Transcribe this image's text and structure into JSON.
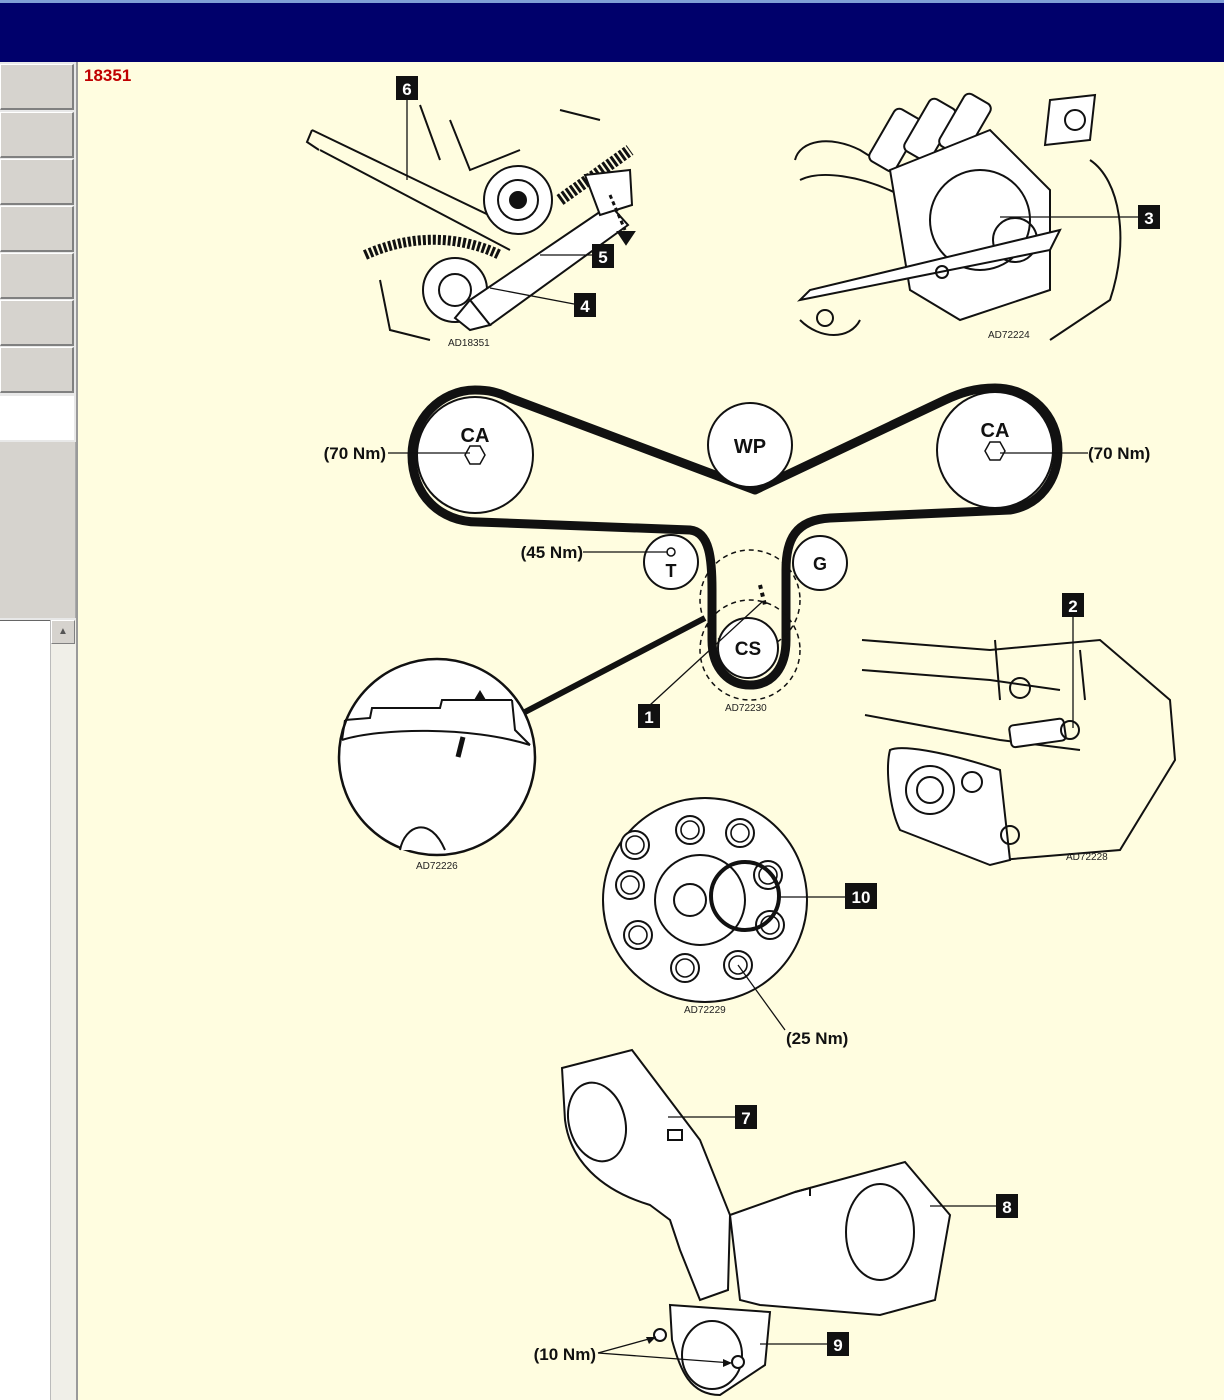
{
  "document": {
    "id": "18351"
  },
  "figures": {
    "fig_top_left": {
      "code": "AD18351",
      "callouts": [
        "6",
        "5",
        "4"
      ]
    },
    "fig_top_right": {
      "code": "AD72224",
      "callouts": [
        "3"
      ]
    },
    "fig_belt": {
      "code": "AD72230",
      "pulleys": {
        "camshaft_left": "CA",
        "camshaft_right": "CA",
        "water_pump": "WP",
        "tensioner": "T",
        "guide": "G",
        "crankshaft": "CS"
      },
      "torques": {
        "camshaft_left": "(70 Nm)",
        "camshaft_right": "(70 Nm)",
        "tensioner": "(45 Nm)"
      },
      "callouts": [
        "1"
      ]
    },
    "fig_detail": {
      "code": "AD72226"
    },
    "fig_right": {
      "code": "AD72228",
      "callouts": [
        "2"
      ]
    },
    "fig_pulley": {
      "code": "AD72229",
      "torque": "(25 Nm)",
      "callouts": [
        "10"
      ]
    },
    "fig_covers": {
      "torque": "(10 Nm)",
      "callouts": [
        "7",
        "8",
        "9"
      ]
    }
  },
  "colors": {
    "titlebar": "#00006b",
    "background": "#fffde0",
    "doc_id": "#c00000"
  }
}
